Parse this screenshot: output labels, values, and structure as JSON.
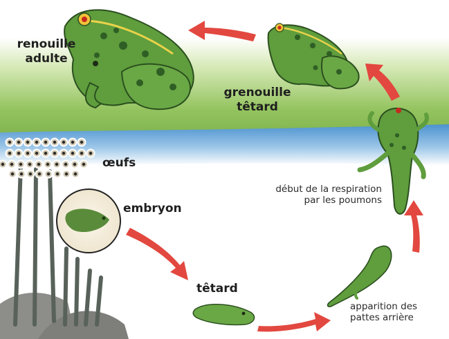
{
  "labels": {
    "adult": [
      "renouille",
      "adulte"
    ],
    "froglet": [
      "grenouille",
      "têtard"
    ],
    "eggs": "œufs",
    "embryo": "embryon",
    "tadpole": "têtard",
    "lungs": [
      "début de la respiration",
      "par les poumons"
    ],
    "hindlegs": [
      "apparition des",
      "pattes arrière"
    ]
  },
  "colors": {
    "arrow": "#e2483f",
    "frog_green": "#5e9b3c",
    "frog_dark": "#2d5a24",
    "frog_belly": "#9fc55a",
    "frog_stripe": "#e8d24a",
    "grass": "#8fc15a",
    "water": "#5fa2d6",
    "egg": "#cfc6b0",
    "rock": "#8a8a86"
  },
  "icons": [
    "adult-frog-icon",
    "young-frog-icon",
    "froglet-tail-icon",
    "egg-cluster-icon",
    "embryo-icon",
    "tadpole-icon",
    "tadpole-hindlegs-icon",
    "cycle-arrow-icon"
  ]
}
